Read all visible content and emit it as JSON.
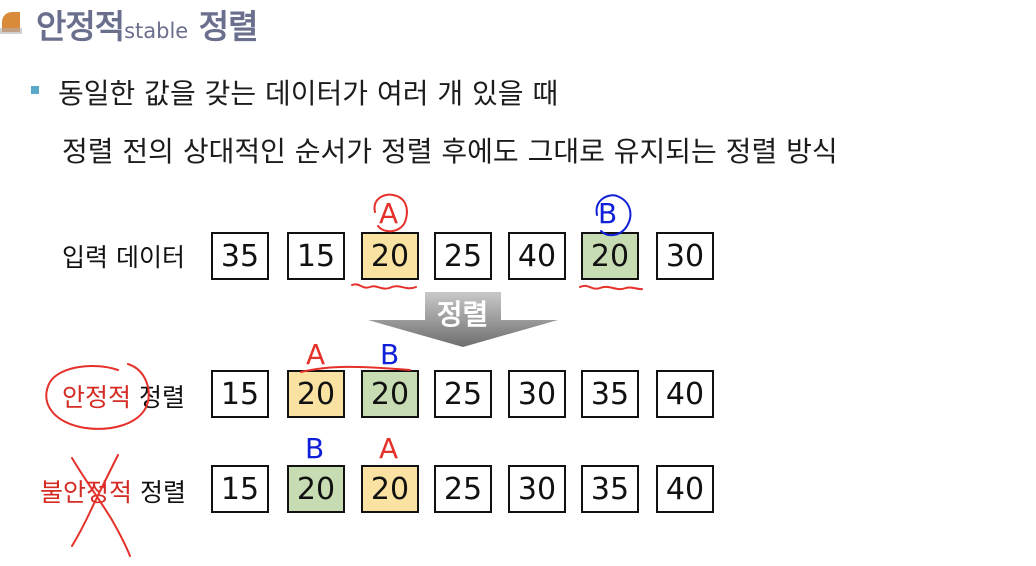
{
  "title": {
    "main": "안정적",
    "sub": "stable",
    "tail": " 정렬"
  },
  "bullet": {
    "line1": "동일한 값을 갖는 데이터가 여러 개 있을 때",
    "line2": "정렬 전의 상대적인 순서가 정렬 후에도 그대로 유지되는 정렬 방식"
  },
  "arrow_label": "정렬",
  "rows": {
    "input": {
      "label": "입력 데이터",
      "values": [
        "35",
        "15",
        "20",
        "25",
        "40",
        "20",
        "30"
      ]
    },
    "stable": {
      "label_red": "안정적",
      "label_black": " 정렬",
      "values": [
        "15",
        "20",
        "20",
        "25",
        "30",
        "35",
        "40"
      ]
    },
    "unstable": {
      "label_red": "불안정적",
      "label_black": " 정렬",
      "values": [
        "15",
        "20",
        "20",
        "25",
        "30",
        "35",
        "40"
      ]
    }
  },
  "annotations": {
    "input_a": "A",
    "input_b": "B",
    "stable_a": "A",
    "stable_b": "B",
    "unstable_b": "B",
    "unstable_a": "A"
  },
  "colors": {
    "title": "#6b6f8e",
    "highlight_a": "#f9e2a2",
    "highlight_b": "#c8dcb4",
    "pen_red": "#e5312a",
    "pen_blue": "#1020d8"
  }
}
